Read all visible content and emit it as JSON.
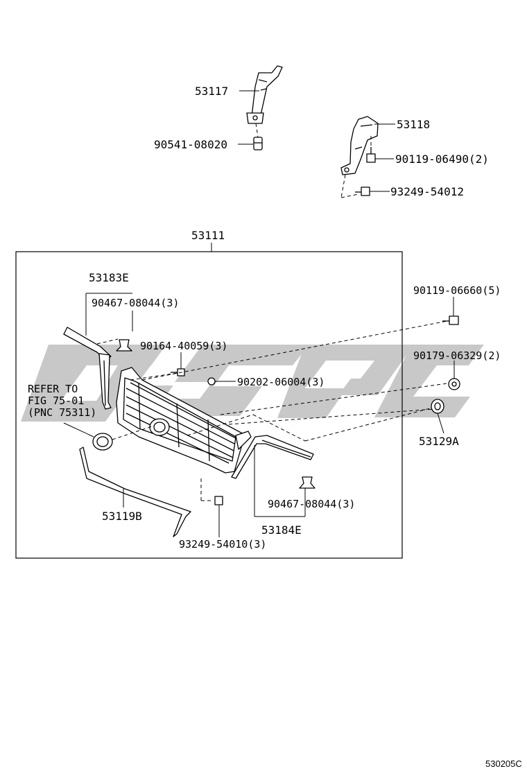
{
  "labels": {
    "p53117": "53117",
    "p90541": "90541-08020",
    "p53118": "53118",
    "p90119_06490": "90119-06490(2)",
    "p93249_54012": "93249-54012",
    "p53111": "53111",
    "p53183E": "53183E",
    "p90467_left": "90467-08044(3)",
    "p90164": "90164-40059(3)",
    "p90202": "90202-06004(3)",
    "p90119_06660": "90119-06660(5)",
    "p90179": "90179-06329(2)",
    "p53129A": "53129A",
    "p53119B": "53119B",
    "p90467_right": "90467-08044(3)",
    "p53184E": "53184E",
    "p93249_54010": "93249-54010(3)"
  },
  "refer": {
    "line1": "REFER TO",
    "line2": "FIG 75-01",
    "line3": "(PNC 75311)"
  },
  "footer": {
    "code": "530205C"
  },
  "watermark": {
    "color": "#c8c8c8"
  }
}
